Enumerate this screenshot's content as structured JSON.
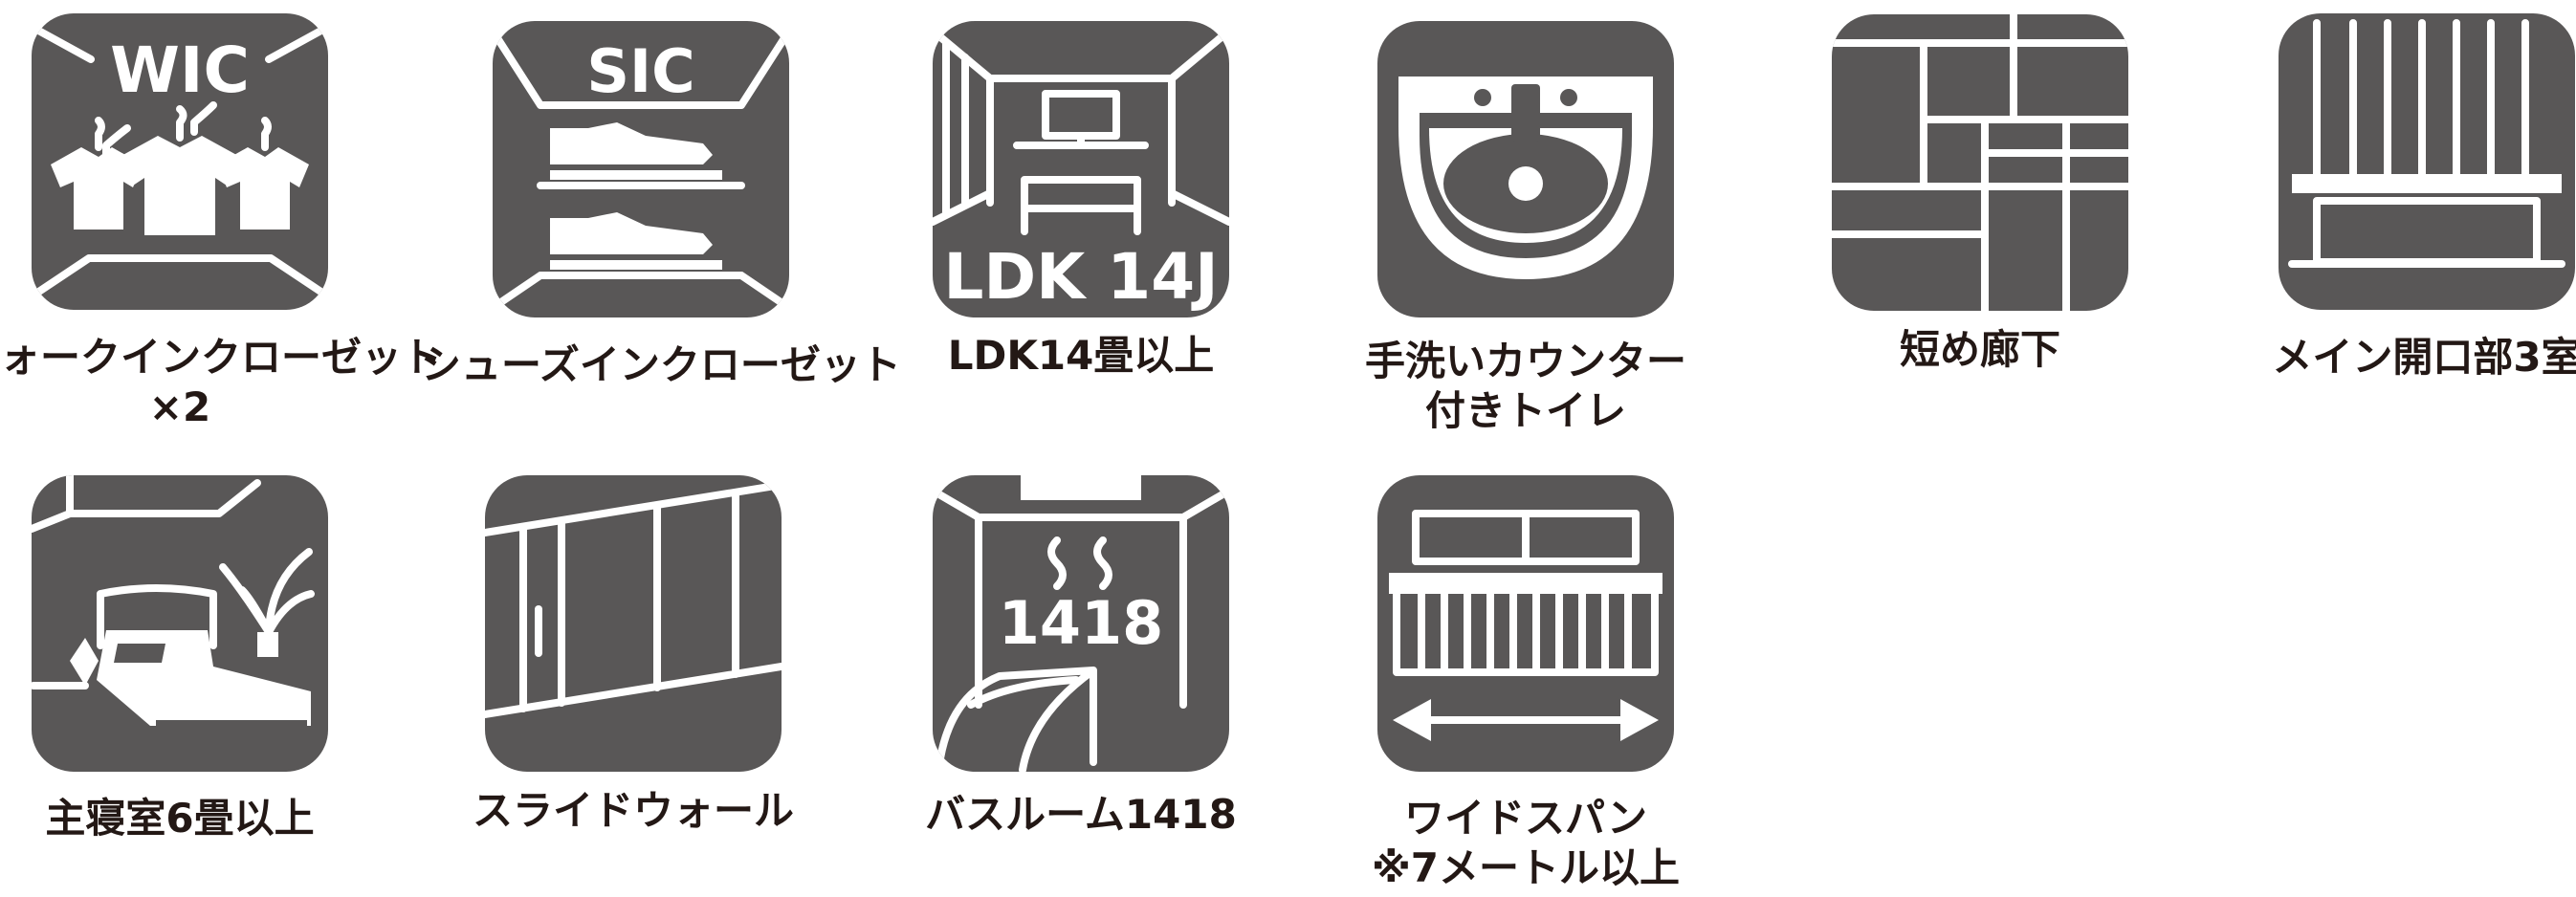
{
  "colors": {
    "tile": "#595757",
    "caption": "#231815",
    "background": "#ffffff"
  },
  "features": [
    {
      "id": "walk-in-closet",
      "icon": "walk-in-closet-icon",
      "tile_text": "WIC",
      "caption": [
        "ウォークインクローゼット",
        "×2"
      ]
    },
    {
      "id": "shoes-in-closet",
      "icon": "shoe-closet-icon",
      "tile_text": "SIC",
      "caption": [
        "シューズインクローゼット"
      ]
    },
    {
      "id": "ldk",
      "icon": "living-room-icon",
      "tile_text": "LDK 14J",
      "caption": [
        "LDK14畳以上"
      ]
    },
    {
      "id": "hand-wash-toilet",
      "icon": "sink-icon",
      "caption": [
        "手洗いカウンター",
        "付きトイレ"
      ]
    },
    {
      "id": "short-hallway",
      "icon": "floor-plan-icon",
      "caption": [
        "短め廊下"
      ]
    },
    {
      "id": "main-openings",
      "icon": "window-opening-icon",
      "caption": [
        "メイン開口部3室"
      ]
    },
    {
      "id": "master-bedroom",
      "icon": "bedroom-icon",
      "caption": [
        "主寝室6畳以上"
      ]
    },
    {
      "id": "sliding-wall",
      "icon": "sliding-wall-icon",
      "caption": [
        "スライドウォール"
      ]
    },
    {
      "id": "bathroom",
      "icon": "bathroom-icon",
      "tile_text": "1418",
      "caption": [
        "バスルーム1418"
      ]
    },
    {
      "id": "wide-span",
      "icon": "wide-span-icon",
      "caption": [
        "ワイドスパン",
        "※7メートル以上"
      ]
    }
  ]
}
